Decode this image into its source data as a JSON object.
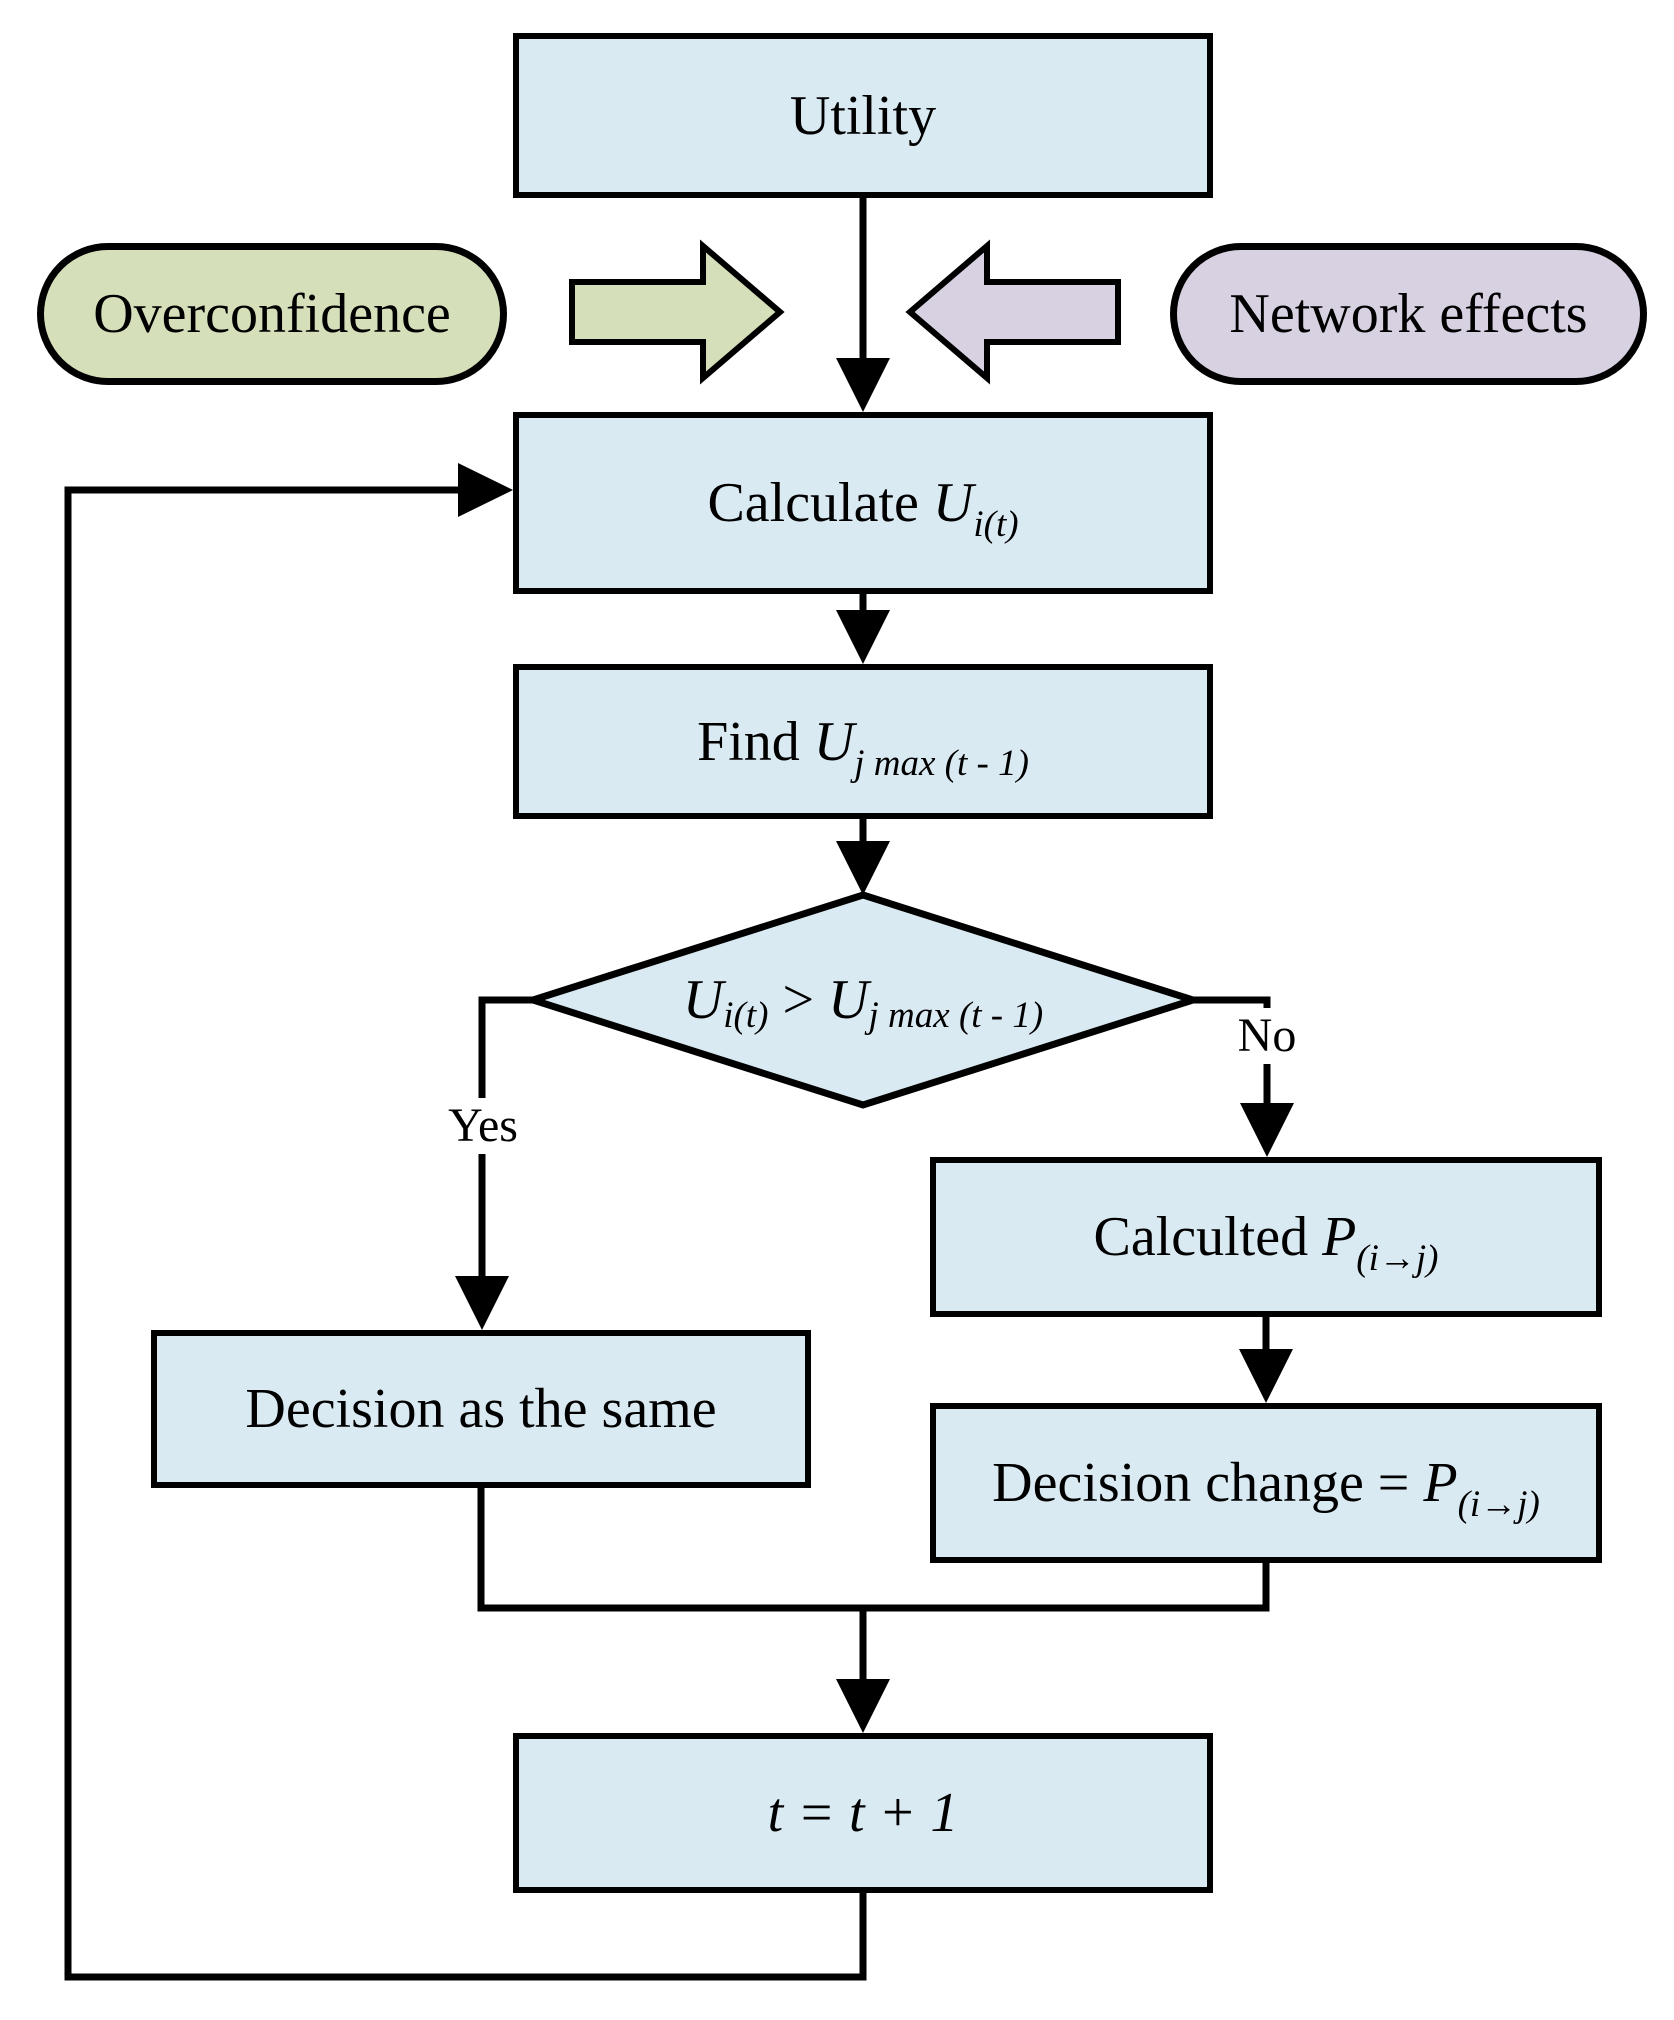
{
  "colors": {
    "box-fill": "#daeaf2",
    "green-fill": "#d5dfba",
    "purple-fill": "#d8d1e1",
    "line": "#000000",
    "bg": "#ffffff"
  },
  "nodes": {
    "utility": {
      "label": "Utility"
    },
    "overconfidence": {
      "label": "Overconfidence"
    },
    "network_effects": {
      "label": "Network effects"
    },
    "calculate": {
      "prefix": "Calculate ",
      "symbol": "U",
      "subscript": "i(t)"
    },
    "find": {
      "prefix": "Find ",
      "symbol": "U",
      "subscript": "j max (t - 1)"
    },
    "decision_diamond": {
      "symbol_left": "U",
      "subscript_left": "i(t)",
      "operator": ">",
      "symbol_right": "U",
      "subscript_right": "j max (t - 1)"
    },
    "decision_same": {
      "label": "Decision as the same"
    },
    "calculted": {
      "prefix": "Calculted ",
      "symbol": "P",
      "subscript": "(i→j)"
    },
    "decision_change": {
      "prefix": "Decision change = ",
      "symbol": "P",
      "subscript": "(i→j)"
    },
    "t_increment": {
      "label": "t = t + 1"
    }
  },
  "edge_labels": {
    "yes": "Yes",
    "no": "No"
  }
}
